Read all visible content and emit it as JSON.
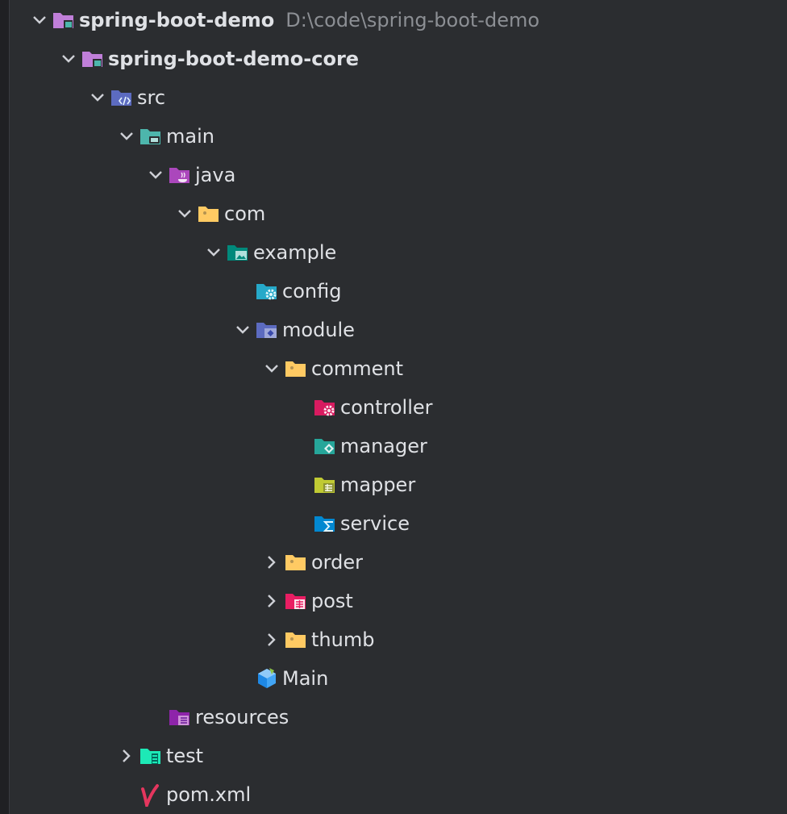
{
  "tree": {
    "project": {
      "label": "spring-boot-demo",
      "path": "D:\\code\\spring-boot-demo"
    },
    "module": {
      "label": "spring-boot-demo-core"
    },
    "src": {
      "label": "src"
    },
    "main": {
      "label": "main"
    },
    "java": {
      "label": "java"
    },
    "com": {
      "label": "com"
    },
    "example": {
      "label": "example"
    },
    "config": {
      "label": "config"
    },
    "module_pkg": {
      "label": "module"
    },
    "comment": {
      "label": "comment"
    },
    "controller": {
      "label": "controller"
    },
    "manager": {
      "label": "manager"
    },
    "mapper": {
      "label": "mapper"
    },
    "service": {
      "label": "service"
    },
    "order": {
      "label": "order"
    },
    "post": {
      "label": "post"
    },
    "thumb": {
      "label": "thumb"
    },
    "main_class": {
      "label": "Main"
    },
    "resources": {
      "label": "resources"
    },
    "test": {
      "label": "test"
    },
    "pom": {
      "label": "pom.xml"
    }
  },
  "icons": {
    "chevron_down": "chevron-down-icon",
    "chevron_right": "chevron-right-icon",
    "project_folder": "module-folder-icon",
    "source_folder": "source-folder-icon",
    "main_folder": "main-folder-icon",
    "java_folder": "java-folder-icon",
    "package_folder": "package-folder-icon",
    "example_folder": "images-folder-icon",
    "config_folder": "config-folder-icon",
    "module_folder": "module-package-icon",
    "controller_folder": "controller-folder-icon",
    "manager_folder": "manager-folder-icon",
    "mapper_folder": "mapper-folder-icon",
    "service_folder": "service-folder-icon",
    "post_folder": "post-folder-icon",
    "class_file": "java-class-icon",
    "resources_folder": "resources-folder-icon",
    "test_folder": "test-folder-icon",
    "maven_file": "maven-icon"
  },
  "colors": {
    "background": "#2b2d30",
    "text": "#dfe1e5",
    "path_text": "#8c8f94",
    "module_purple": "#c07fd9",
    "src_blue": "#5c6bc0",
    "main_teal": "#4db6ac",
    "java_purple": "#ab47bc",
    "package_yellow": "#ffca63",
    "example_teal": "#00897b",
    "config_cyan": "#26c6da",
    "controller_pink": "#d81b60",
    "manager_teal": "#26a69a",
    "mapper_olive": "#c0ca33",
    "service_blue": "#0288d1",
    "post_red": "#e91e63",
    "test_green": "#1de9b6",
    "maven_red": "#e5365e"
  }
}
